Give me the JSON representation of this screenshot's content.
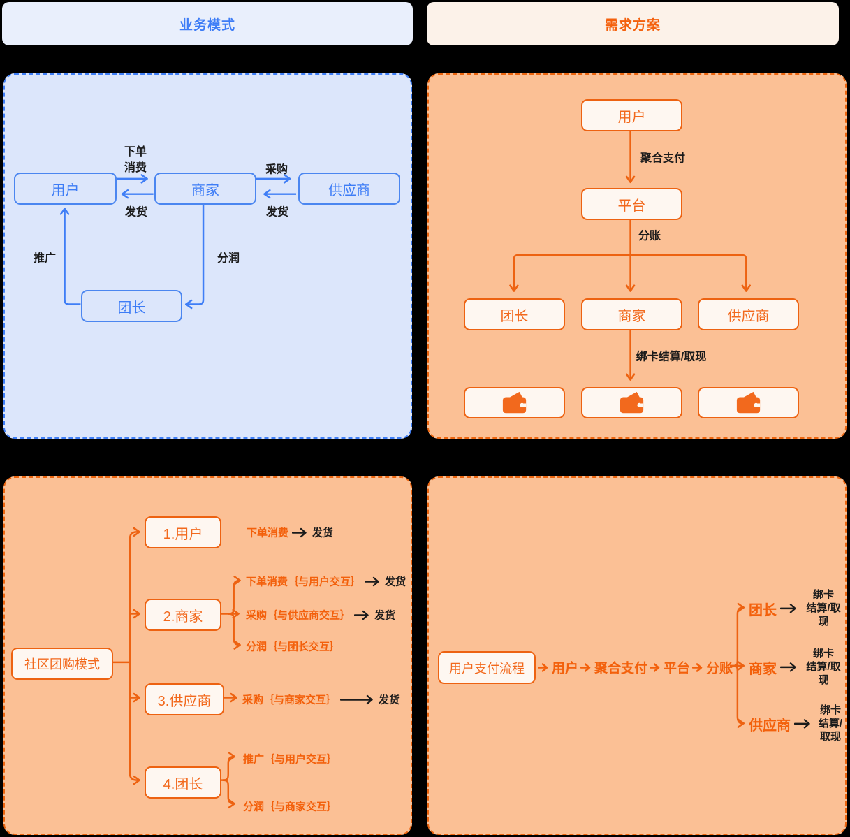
{
  "colors": {
    "blue_accent": "#3D7CF6",
    "blue_panel_bg": "#DCE6FB",
    "blue_header_bg": "#E9EFFC",
    "orange_accent": "#ED6211",
    "orange_text": "#F3600B",
    "orange_panel_bg": "#FBC095",
    "orange_header_bg": "#FCF2E9",
    "orange_node_fill": "#FEF7F1",
    "label_text": "#1B1B1B"
  },
  "headers": {
    "business_model": "业务模式",
    "requirement_plan": "需求方案"
  },
  "business_model": {
    "user": "用户",
    "merchant": "商家",
    "supplier": "供应商",
    "leader": "团长",
    "order_consume": "下单\n消费",
    "ship_to_user": "发货",
    "purchase": "采购",
    "ship_to_merchant": "发货",
    "promote": "推广",
    "profit_share": "分润"
  },
  "settlement_plan": {
    "user": "用户",
    "platform": "平台",
    "leader": "团长",
    "merchant": "商家",
    "supplier": "供应商",
    "aggregate_payment": "聚合支付",
    "ledger_split": "分账",
    "bind_card_settle": "绑卡结算/取现",
    "wallet_icon": "wallet-icon"
  },
  "community_model": {
    "root": "社区团购模式",
    "node1": "1.用户",
    "node2": "2.商家",
    "node3": "3.供应商",
    "node4": "4.团长",
    "branch1": {
      "label": "下单消费",
      "result": "发货"
    },
    "branch2a": {
      "label": "下单消费｛与用户交互｝",
      "result": "发货"
    },
    "branch2b": {
      "label": "采购｛与供应商交互｝",
      "result": "发货"
    },
    "branch2c": {
      "label": "分润｛与团长交互｝"
    },
    "branch3": {
      "label": "采购｛与商家交互｝",
      "result": "发货"
    },
    "branch4a": {
      "label": "推广｛与用户交互｝"
    },
    "branch4b": {
      "label": "分润｛与商家交互｝"
    }
  },
  "payment_flow": {
    "root": "用户支付流程",
    "user": "用户",
    "aggregate_payment": "聚合支付",
    "platform": "平台",
    "ledger_split": "分账",
    "leader": "团长",
    "merchant": "商家",
    "supplier": "供应商",
    "leader_note": "绑卡\n结算/取现",
    "merchant_note": "绑卡\n结算/取现",
    "supplier_note": "绑卡\n结算/取现"
  }
}
